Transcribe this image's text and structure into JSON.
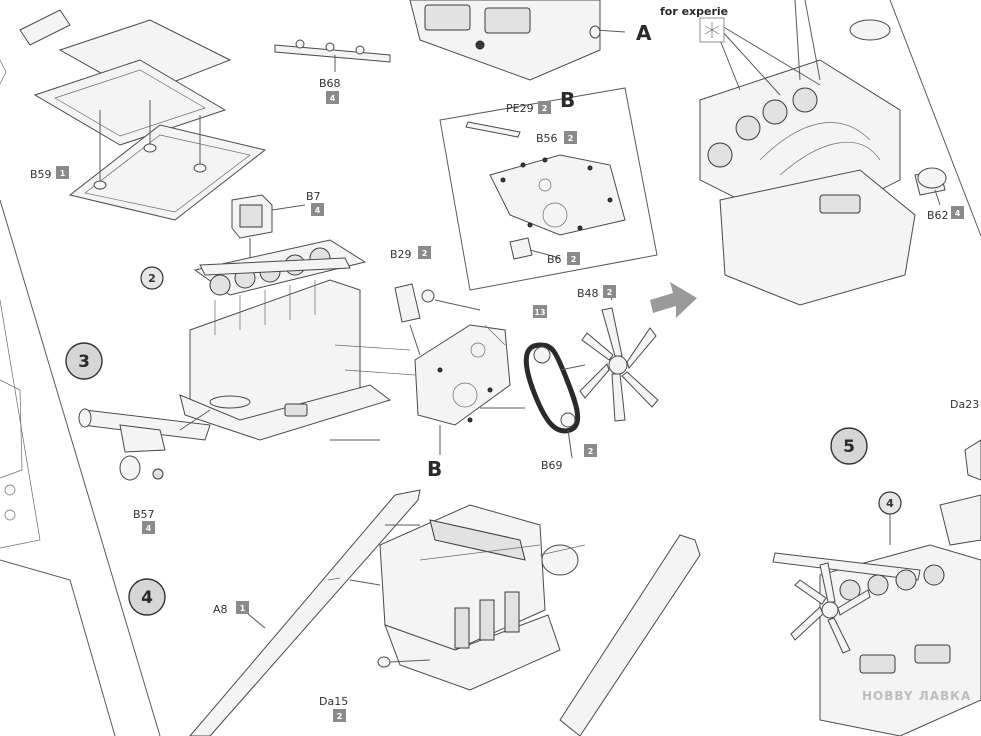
{
  "page": {
    "note_text": "for experie",
    "watermark": "HOBBY ЛАВКА"
  },
  "steps": [
    {
      "number": "3"
    },
    {
      "number": "4"
    },
    {
      "number": "5"
    }
  ],
  "sub_markers": [
    {
      "number": "2"
    },
    {
      "number": "4"
    }
  ],
  "letter_markers": [
    {
      "letter": "A"
    },
    {
      "letter": "B"
    },
    {
      "letter": "B"
    }
  ],
  "parts": [
    {
      "code": "B59",
      "qty": "1"
    },
    {
      "code": "B68",
      "qty": "4"
    },
    {
      "code": "B7",
      "qty": "4"
    },
    {
      "code": "PE29",
      "qty": "2"
    },
    {
      "code": "B56",
      "qty": "2"
    },
    {
      "code": "B6",
      "qty": "2"
    },
    {
      "code": "B62",
      "qty": "4"
    },
    {
      "code": "B29",
      "qty": "2"
    },
    {
      "code": "B48",
      "qty": "2"
    },
    {
      "code": "13",
      "qty": ""
    },
    {
      "code": "B69",
      "qty": "2"
    },
    {
      "code": "B57",
      "qty": "4"
    },
    {
      "code": "A8",
      "qty": "1"
    },
    {
      "code": "Da15",
      "qty": "2"
    },
    {
      "code": "Da23",
      "qty": ""
    }
  ],
  "icons": {
    "arrow": "right-arrow-icon",
    "paint_marker": "asterisk-icon"
  },
  "colors": {
    "badge": "#8a8a8a",
    "step_circle": "#d6d6d6",
    "line": "#5a5a5a"
  }
}
